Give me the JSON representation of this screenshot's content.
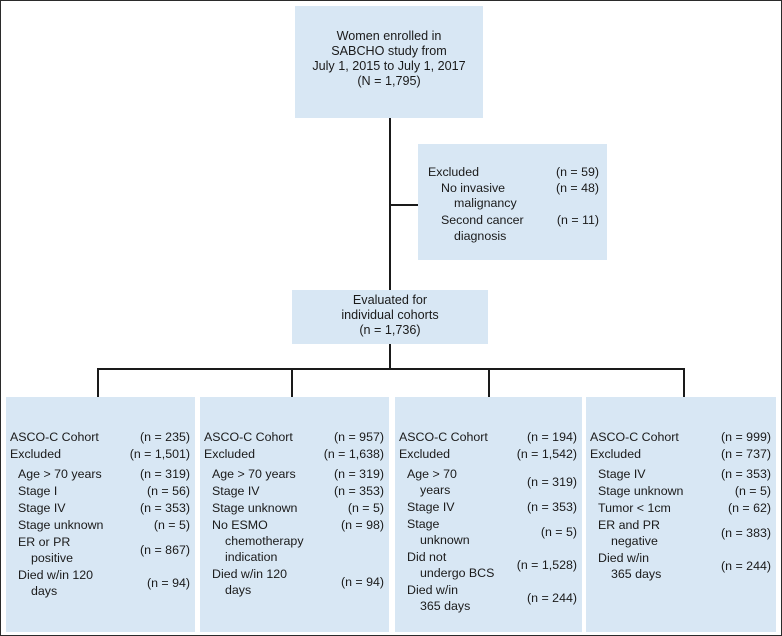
{
  "enrolled": {
    "lines": [
      "Women enrolled in",
      "SABCHO study from",
      "July 1, 2015 to July 1, 2017",
      "(N = 1,795)"
    ]
  },
  "excluded_initial": {
    "header": {
      "label": "Excluded",
      "value": "(n = 59)"
    },
    "items": [
      {
        "lines": [
          "No invasive",
          "malignancy"
        ],
        "value": "(n = 48)"
      },
      {
        "lines": [
          "Second cancer",
          "diagnosis"
        ],
        "value": "(n = 11)"
      }
    ]
  },
  "evaluated": {
    "lines": [
      "Evaluated for",
      "individual cohorts",
      "(n = 1,736)"
    ]
  },
  "cohorts": [
    {
      "title": {
        "label": "ASCO-C Cohort",
        "value": "(n = 235)"
      },
      "excluded": {
        "label": "Excluded",
        "value": "(n = 1,501)"
      },
      "items": [
        {
          "lines": [
            "Age > 70 years"
          ],
          "value": "(n = 319)"
        },
        {
          "lines": [
            "Stage I"
          ],
          "value": "(n = 56)"
        },
        {
          "lines": [
            "Stage IV"
          ],
          "value": "(n = 353)"
        },
        {
          "lines": [
            "Stage unknown"
          ],
          "value": "(n = 5)"
        },
        {
          "lines": [
            "ER or PR",
            "positive"
          ],
          "value": "(n = 867)"
        },
        {
          "lines": [
            "Died w/in 120",
            "days"
          ],
          "value": "(n = 94)"
        }
      ]
    },
    {
      "title": {
        "label": "ASCO-C Cohort",
        "value": "(n = 957)"
      },
      "excluded": {
        "label": "Excluded",
        "value": "(n = 1,638)"
      },
      "items": [
        {
          "lines": [
            "Age > 70 years"
          ],
          "value": "(n = 319)"
        },
        {
          "lines": [
            "Stage IV"
          ],
          "value": "(n = 353)"
        },
        {
          "lines": [
            "Stage unknown"
          ],
          "value": "(n = 5)"
        },
        {
          "lines": [
            "No ESMO",
            "chemotherapy",
            "indication"
          ],
          "value": "(n = 98)"
        },
        {
          "lines": [
            "Died w/in 120",
            "days"
          ],
          "value": "(n = 94)"
        }
      ]
    },
    {
      "title": {
        "label": "ASCO-C Cohort",
        "value": "(n = 194)"
      },
      "excluded": {
        "label": "Excluded",
        "value": "(n = 1,542)"
      },
      "items": [
        {
          "lines": [
            "Age > 70",
            "years"
          ],
          "value": "(n = 319)"
        },
        {
          "lines": [
            "Stage IV"
          ],
          "value": "(n = 353)"
        },
        {
          "lines": [
            "Stage",
            "unknown"
          ],
          "value": "(n = 5)"
        },
        {
          "lines": [
            "Did not",
            "undergo BCS"
          ],
          "value": "(n = 1,528)"
        },
        {
          "lines": [
            "Died w/in",
            "365 days"
          ],
          "value": "(n = 244)"
        }
      ]
    },
    {
      "title": {
        "label": "ASCO-C Cohort",
        "value": "(n = 999)"
      },
      "excluded": {
        "label": "Excluded",
        "value": "(n = 737)"
      },
      "items": [
        {
          "lines": [
            "Stage IV"
          ],
          "value": "(n = 353)"
        },
        {
          "lines": [
            "Stage unknown"
          ],
          "value": "(n = 5)"
        },
        {
          "lines": [
            "Tumor < 1cm"
          ],
          "value": "(n = 62)"
        },
        {
          "lines": [
            "ER and PR",
            "negative"
          ],
          "value": "(n = 383)"
        },
        {
          "lines": [
            "Died w/in",
            "365 days"
          ],
          "value": "(n = 244)"
        }
      ]
    }
  ]
}
